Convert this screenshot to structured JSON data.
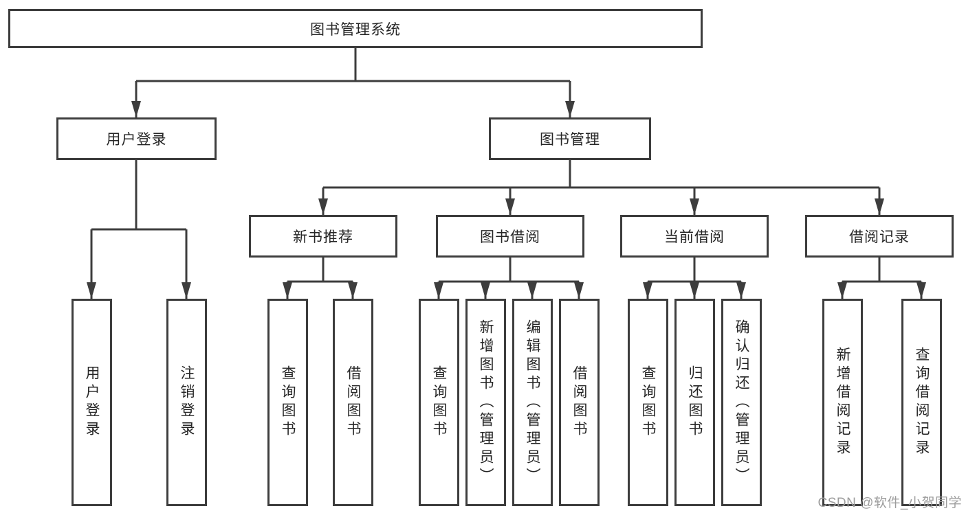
{
  "tree": {
    "root": "图书管理系统",
    "children": [
      {
        "label": "用户登录",
        "children": [
          "用户登录",
          "注销登录"
        ]
      },
      {
        "label": "图书管理",
        "children": [
          {
            "label": "新书推荐",
            "children": [
              "查询图书",
              "借阅图书"
            ]
          },
          {
            "label": "图书借阅",
            "children": [
              "查询图书",
              "新增图书（管理员）",
              "编辑图书（管理员）",
              "借阅图书"
            ]
          },
          {
            "label": "当前借阅",
            "children": [
              "查询图书",
              "归还图书",
              "确认归还（管理员）"
            ]
          },
          {
            "label": "借阅记录",
            "children": [
              "新增借阅记录",
              "查询借阅记录"
            ]
          }
        ]
      }
    ]
  },
  "watermark": {
    "text": "CSDN @软件_小贺同学"
  },
  "colors": {
    "line": "#3d3d3d",
    "text": "#262626",
    "watermark": "#9d9d9d",
    "background": "#ffffff"
  }
}
